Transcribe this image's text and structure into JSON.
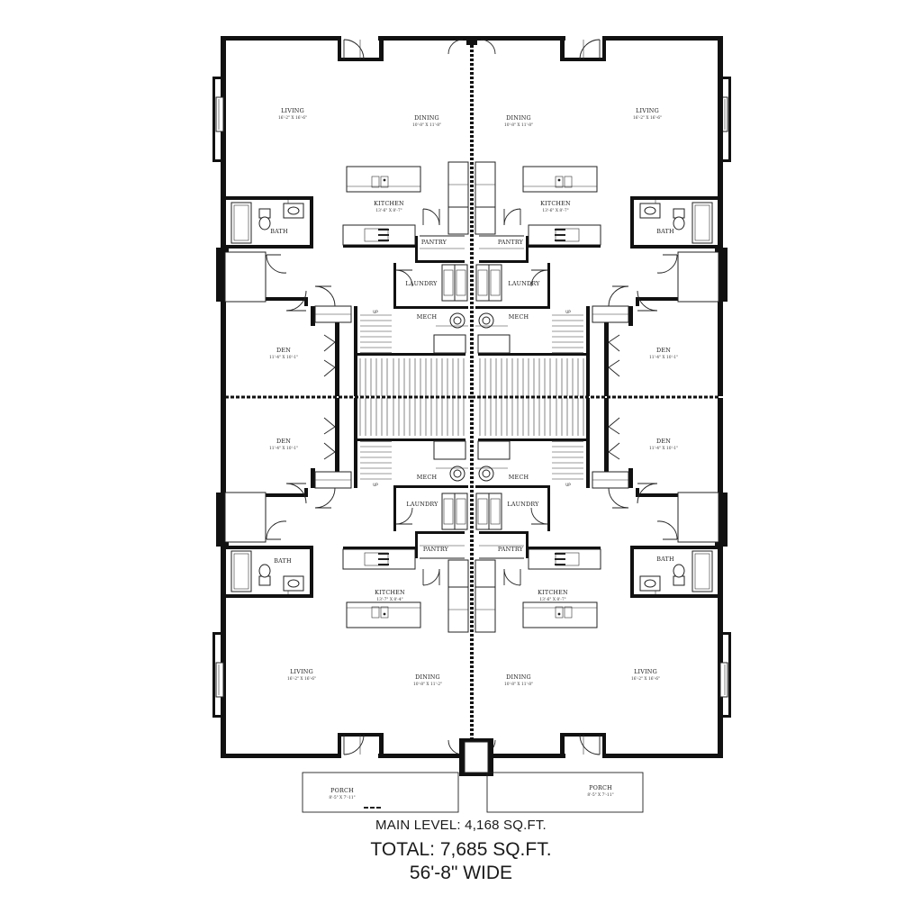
{
  "rooms": {
    "living_tl": {
      "name": "LIVING",
      "dim": "16'-2\" X 16'-6\""
    },
    "dining_tl": {
      "name": "DINING",
      "dim": "10'-8\" X 11'-8\""
    },
    "dining_tr": {
      "name": "DINING",
      "dim": "10'-8\" X 11'-8\""
    },
    "living_tr": {
      "name": "LIVING",
      "dim": "16'-2\" X 16'-6\""
    },
    "kitchen_tl": {
      "name": "KITCHEN",
      "dim": "13'-6\" X 8'-7\""
    },
    "kitchen_tr": {
      "name": "KITCHEN",
      "dim": "13'-6\" X 8'-7\""
    },
    "bath_tl": {
      "name": "BATH"
    },
    "bath_tr": {
      "name": "BATH"
    },
    "pantry_tl": {
      "name": "PANTRY"
    },
    "pantry_tr": {
      "name": "PANTRY"
    },
    "laundry_tl": {
      "name": "LAUNDRY"
    },
    "laundry_tr": {
      "name": "LAUNDRY"
    },
    "mech_tl": {
      "name": "MECH"
    },
    "mech_tr": {
      "name": "MECH"
    },
    "den_tl": {
      "name": "DEN",
      "dim": "11'-4\" X 10'-1\""
    },
    "den_tr": {
      "name": "DEN",
      "dim": "11'-4\" X 10'-1\""
    },
    "den_bl": {
      "name": "DEN",
      "dim": "11'-4\" X 10'-1\""
    },
    "den_br": {
      "name": "DEN",
      "dim": "11'-4\" X 10'-1\""
    },
    "mech_bl": {
      "name": "MECH"
    },
    "mech_br": {
      "name": "MECH"
    },
    "laundry_bl": {
      "name": "LAUNDRY"
    },
    "laundry_br": {
      "name": "LAUNDRY"
    },
    "pantry_bl": {
      "name": "PANTRY"
    },
    "pantry_br": {
      "name": "PANTRY"
    },
    "bath_bl": {
      "name": "BATH"
    },
    "bath_br": {
      "name": "BATH"
    },
    "kitchen_bl": {
      "name": "KITCHEN",
      "dim": "13'-7\" X 8'-4\""
    },
    "kitchen_br": {
      "name": "KITCHEN",
      "dim": "13'-6\" X 8'-7\""
    },
    "living_bl": {
      "name": "LIVING",
      "dim": "16'-2\" X 16'-6\""
    },
    "dining_bl": {
      "name": "DINING",
      "dim": "10'-8\" X 11'-2\""
    },
    "dining_br": {
      "name": "DINING",
      "dim": "10'-8\" X 11'-8\""
    },
    "living_br": {
      "name": "LIVING",
      "dim": "16'-2\" X 16'-6\""
    },
    "porch_l": {
      "name": "PORCH",
      "dim": "8'-5\" X 7'-11\""
    },
    "porch_r": {
      "name": "PORCH",
      "dim": "8'-5\" X 7'-11\""
    }
  },
  "stairs": {
    "up_label": "UP"
  },
  "summary": {
    "main_level": "MAIN LEVEL: 4,168 SQ.FT.",
    "total": "TOTAL: 7,685 SQ.FT.",
    "width": "56'-8\" WIDE"
  }
}
